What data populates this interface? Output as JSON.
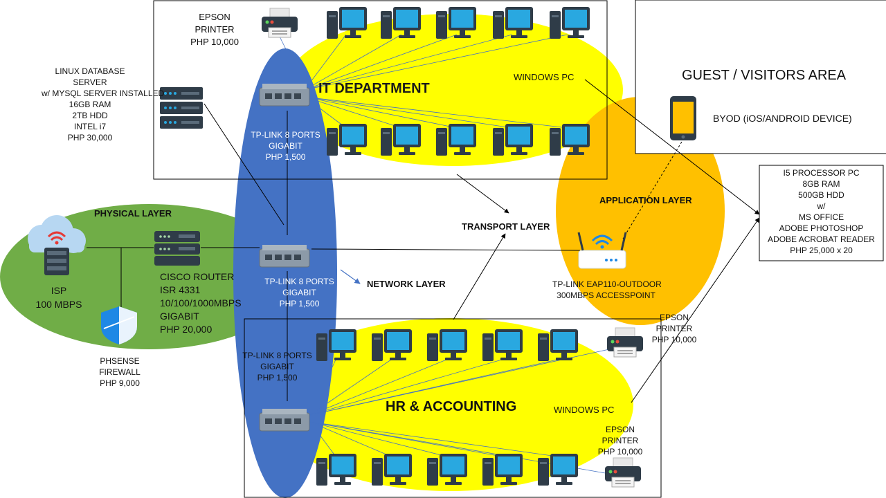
{
  "colors": {
    "yellow": "#ffff00",
    "orange": "#ffc000",
    "green": "#70ad47",
    "blue": "#4472c4",
    "monitor_blue": "#29a8e0",
    "dark": "#2f3c48"
  },
  "it_department": {
    "title": "IT DEPARTMENT",
    "pc_label": "WINDOWS PC"
  },
  "epson_top": {
    "lines": [
      "EPSON",
      "PRINTER",
      "PHP 10,000"
    ]
  },
  "linux_server": {
    "lines": [
      "LINUX DATABASE",
      "SERVER",
      "w/ MYSQL SERVER INSTALLED",
      "16GB RAM",
      "2TB HDD",
      "INTEL i7",
      "PHP 30,000"
    ]
  },
  "switch_top": {
    "lines": [
      "TP-LINK 8 PORTS",
      "GIGABIT",
      "PHP 1,500"
    ]
  },
  "switch_mid": {
    "lines": [
      "TP-LINK 8 PORTS",
      "GIGABIT",
      "PHP 1,500"
    ]
  },
  "switch_bottom": {
    "lines": [
      "TP-LINK 8 PORTS",
      "GIGABIT",
      "PHP 1,500"
    ]
  },
  "physical_layer": {
    "title": "PHYSICAL LAYER"
  },
  "isp": {
    "lines": [
      "ISP",
      "100 MBPS"
    ]
  },
  "router": {
    "lines": [
      "CISCO ROUTER",
      "ISR 4331",
      "10/100/1000MBPS",
      "GIGABIT",
      "PHP 20,000"
    ]
  },
  "firewall": {
    "lines": [
      "PHSENSE",
      "FIREWALL",
      "PHP 9,000"
    ]
  },
  "network_layer": "NETWORK LAYER",
  "transport_layer": "TRANSPORT LAYER",
  "application_layer": "APPLICATION LAYER",
  "guest_area": {
    "title": "GUEST / VISITORS AREA",
    "byod": "BYOD (iOS/ANDROID DEVICE)"
  },
  "access_point": {
    "lines": [
      "TP-LINK EAP110-OUTDOOR",
      "300MBPS ACCESSPOINT"
    ]
  },
  "pc_spec": {
    "lines": [
      "I5 PROCESSOR  PC",
      "8GB RAM",
      "500GB HDD",
      "w/",
      "MS OFFICE",
      "ADOBE PHOTOSHOP",
      "ADOBE ACROBAT  READER",
      "PHP 25,000 x 20"
    ]
  },
  "hr_accounting": {
    "title": "HR & ACCOUNTING",
    "pc_label": "WINDOWS PC"
  },
  "epson_hr_top": {
    "lines": [
      "EPSON",
      "PRINTER",
      "PHP 10,000"
    ]
  },
  "epson_hr_bottom": {
    "lines": [
      "EPSON",
      "PRINTER",
      "PHP 10,000"
    ]
  }
}
